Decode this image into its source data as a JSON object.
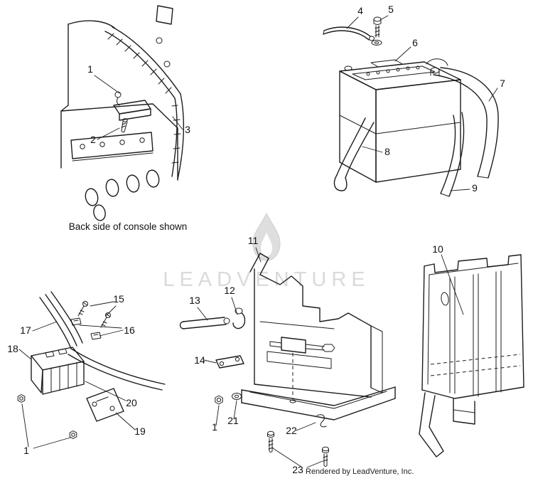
{
  "watermark": {
    "brand": "LEADVENTURE"
  },
  "footer": {
    "credit": "Rendered by LeadVenture, Inc."
  },
  "console_view": {
    "caption": "Back side of console shown"
  },
  "colors": {
    "line": "#1c1c1c",
    "watermark": "#dadada",
    "background": "#ffffff"
  },
  "callouts": {
    "console": {
      "n1": "1",
      "n2": "2",
      "n3": "3"
    },
    "battery": {
      "n4": "4",
      "n5": "5",
      "n6": "6",
      "n7": "7",
      "n8": "8",
      "n9": "9"
    },
    "box": {
      "n10": "10"
    },
    "tray": {
      "n11": "11",
      "n12": "12",
      "n13": "13",
      "n14": "14",
      "n1": "1",
      "n21": "21",
      "n22": "22",
      "n23": "23"
    },
    "regulator": {
      "n15": "15",
      "n16": "16",
      "n17": "17",
      "n18": "18",
      "n19": "19",
      "n20": "20",
      "n1": "1"
    }
  }
}
